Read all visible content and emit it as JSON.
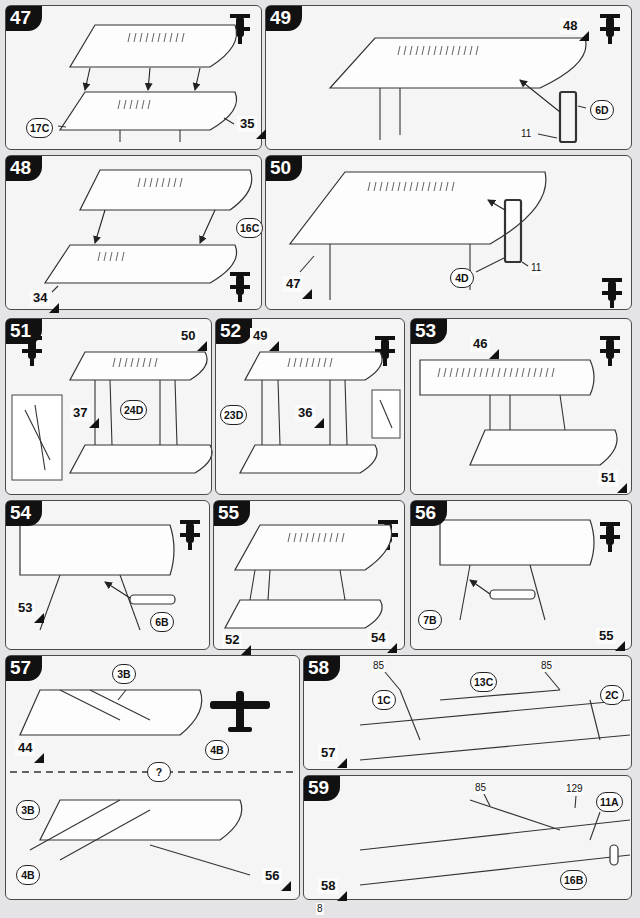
{
  "diagram": {
    "nodes": [
      {
        "text": [
          "47"
        ]
      },
      {
        "text": [
          "49"
        ]
      },
      {
        "text": [
          "48"
        ]
      },
      {
        "text": [
          "50"
        ]
      },
      {
        "text": [
          "51"
        ]
      },
      {
        "text": [
          "52"
        ]
      },
      {
        "text": [
          "53"
        ]
      },
      {
        "text": [
          "54"
        ]
      },
      {
        "text": [
          "55"
        ]
      },
      {
        "text": [
          "56"
        ]
      },
      {
        "text": [
          "57"
        ]
      },
      {
        "text": [
          "58"
        ]
      },
      {
        "text": [
          "59"
        ]
      }
    ],
    "labels": [
      "17C",
      "35",
      "48",
      "6D",
      "11",
      "16C",
      "34",
      "47",
      "4D",
      "11",
      "50",
      "37",
      "24D",
      "49",
      "23D",
      "36",
      "46",
      "51",
      "53",
      "6B",
      "52",
      "54",
      "7B",
      "55",
      "3B",
      "44",
      "4B",
      "?",
      "3B",
      "4B",
      "56",
      "85",
      "1C",
      "13C",
      "85",
      "2C",
      "57",
      "85",
      "129",
      "11A",
      "16B",
      "58",
      "8"
    ]
  }
}
